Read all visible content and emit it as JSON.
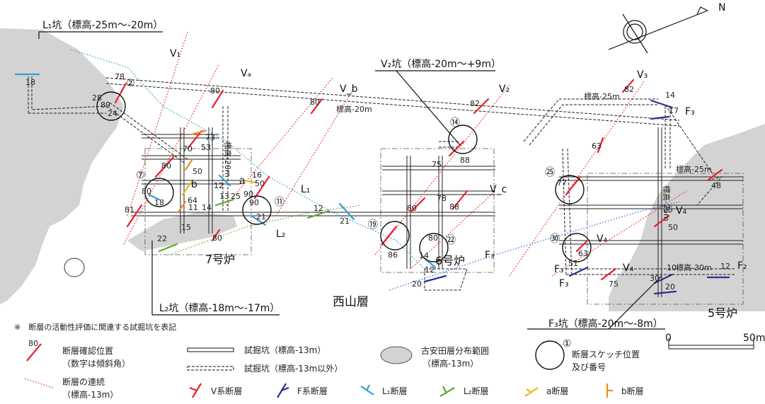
{
  "header": {
    "l1_pit": "L₁坑（標高-25m～-20m）",
    "v2_pit": "V₂坑（標高-20m～+9m）",
    "l2_pit": "L₂坑（標高-18m～-17m）",
    "f3_pit": "F₃坑（標高-20m～-8m）",
    "note": "※　断層の活動性評価に関連する試掘坑を表記"
  },
  "areas": {
    "nishiyama": "西山層",
    "reactor7": "7号炉",
    "reactor6": "6号炉",
    "reactor5": "5号炉"
  },
  "fault_labels": {
    "v1": "V₁",
    "va": "Vₐ",
    "vb": "V_b",
    "v2": "V₂",
    "v3": "V₃",
    "vc": "V_c",
    "v4a": "V₄",
    "v4b": "V₄",
    "v4c": "V₄",
    "l1": "L₁",
    "l2": "L₂",
    "a": "a",
    "b": "b",
    "f3a": "F₃",
    "f3b": "F₃",
    "f3c": "F₃",
    "f3d": "F₃",
    "f2": "F₂"
  },
  "elevation_labels": {
    "e1": "標高-20m",
    "e2": "標高-20m",
    "e3": "標高-25m",
    "e4": "標高-25m",
    "e5": "標高-25m",
    "e6": "標高-30m"
  },
  "sketch_numbers": [
    "②",
    "⑦",
    "⑪",
    "⑭",
    "⑲",
    "㉒",
    "㉕",
    "㉚"
  ],
  "dip_values": {
    "d18": "18",
    "d78": "78",
    "d28": "28",
    "d89": "89",
    "d24": "24",
    "d80a": "80",
    "d80b": "80",
    "d73": "73",
    "d70": "70",
    "d53": "53",
    "d80c": "80",
    "d50a": "50",
    "d16": "16",
    "d50b": "50",
    "d12a": "12",
    "d90a": "90",
    "d18b": "18",
    "d80d": "80",
    "d13": "13",
    "d25": "25",
    "d14a": "14",
    "d64": "64",
    "d11": "11",
    "d81": "81",
    "d90b": "90",
    "d21a": "21",
    "d12b": "12",
    "d21b": "21",
    "d22": "22",
    "d15": "15",
    "d80e": "80",
    "d82a": "82",
    "d75a": "75",
    "d88a": "88",
    "d78b": "78",
    "d80f": "80",
    "d88b": "88",
    "d80g": "80",
    "d86": "86",
    "d14b": "14",
    "d12c": "12",
    "d20a": "20",
    "d82b": "82",
    "d14c": "14",
    "d17": "17",
    "d63a": "63",
    "d77": "77",
    "d48": "48",
    "d25b": "25",
    "d50c": "50",
    "d63b": "63",
    "d51": "51",
    "d75b": "75",
    "d10": "10",
    "d12d": "12",
    "d30": "30",
    "d20b": "20"
  },
  "legend": {
    "fault_confirm": "断層確認位置",
    "fault_confirm_sub": "（数字は傾斜角）",
    "fault_confirm_num": "80",
    "fault_cont": "断層の連続",
    "fault_cont_sub": "（標高-13m）",
    "trench1": "試掘坑（標高-13m）",
    "trench2": "試掘坑（標高-13m以外）",
    "koyasuda": "古安田層分布範囲",
    "koyasuda_sub": "（標高-13m）",
    "sketch": "断層スケッチ位置",
    "sketch_sub": "及び番号",
    "sketch_num": "①",
    "v_fault": "V系断層",
    "f_fault": "F系断層",
    "l1_fault": "L₁断層",
    "l2_fault": "L₂断層",
    "a_fault": "a断層",
    "b_fault": "b断層"
  },
  "scale": {
    "zero": "0",
    "fifty": "50m"
  },
  "north": "N",
  "colors": {
    "v": "#e8202a",
    "f": "#2b2f8f",
    "l1": "#3a9bd8",
    "l2": "#5aa832",
    "a": "#e9b81a",
    "b": "#ee8a1e",
    "koyasuda": "#d3d3d3",
    "red_dot": "#e43030",
    "blue_dot": "#3a6fd8"
  }
}
